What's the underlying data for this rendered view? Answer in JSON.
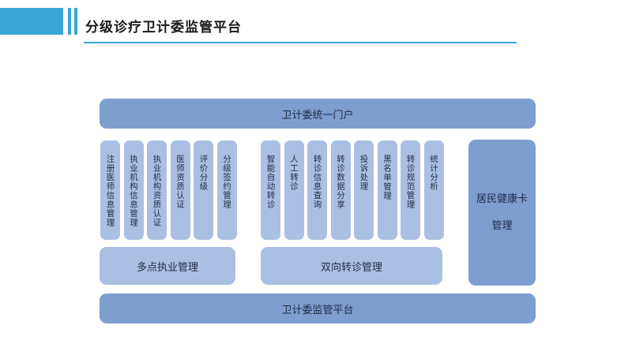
{
  "header": {
    "title": "分级诊疗卫计委监管平台"
  },
  "diagram": {
    "portal": "卫计委统一门户",
    "left_group": {
      "columns": [
        [
          "注册医师",
          "信息管理"
        ],
        [
          "执业机构",
          "信息管理"
        ],
        [
          "执业机构",
          "资质认证"
        ],
        [
          "医师资质",
          "认证"
        ],
        [
          "评价分级"
        ],
        [
          "分级签约",
          "管理"
        ]
      ],
      "footer": "多点执业管理"
    },
    "middle_group": {
      "columns": [
        [
          "智能自动",
          "转诊"
        ],
        [
          "人工转诊"
        ],
        [
          "转诊信息",
          "查询"
        ],
        [
          "转诊数据",
          "分享"
        ],
        [
          "投诉处理"
        ],
        [
          "黑名单",
          "管理"
        ],
        [
          "转诊规范",
          "管理"
        ],
        [
          "统计分析"
        ]
      ],
      "footer": "双向转诊管理"
    },
    "right_card": {
      "line1": "居民健康卡",
      "line2": "管理"
    },
    "platform": "卫计委监管平台"
  }
}
